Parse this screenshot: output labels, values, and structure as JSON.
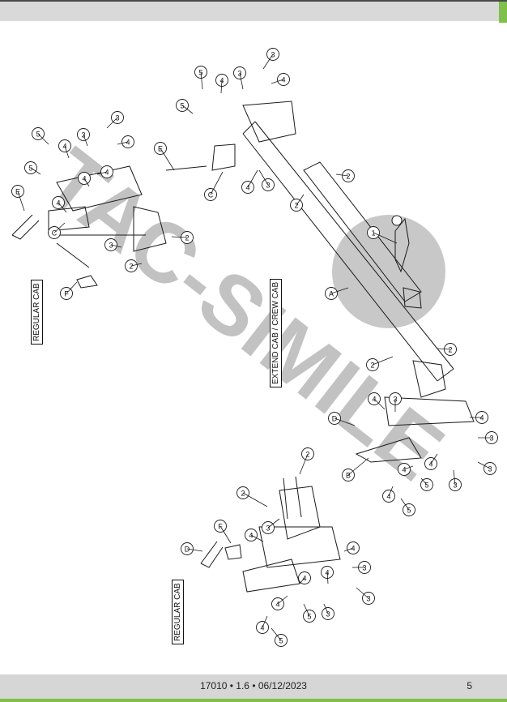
{
  "footer": {
    "doc_info": "17010 • 1.6 • 06/12/2023",
    "page_number": "5"
  },
  "watermark": "TAC-SIMILE",
  "section_labels": {
    "regular_cab_top": "REGULAR CAB",
    "extend_crew_cab": "EXTEND CAB / CREW CAB",
    "regular_cab_bottom": "REGULAR CAB"
  },
  "part_letters": [
    "A",
    "B",
    "C",
    "D",
    "E",
    "F"
  ],
  "callout_numbers": [
    "1",
    "2",
    "3",
    "4",
    "5"
  ],
  "colors": {
    "accent": "#7ec04a",
    "watermark": "#bdbdbd",
    "line": "#1a1a1a"
  }
}
